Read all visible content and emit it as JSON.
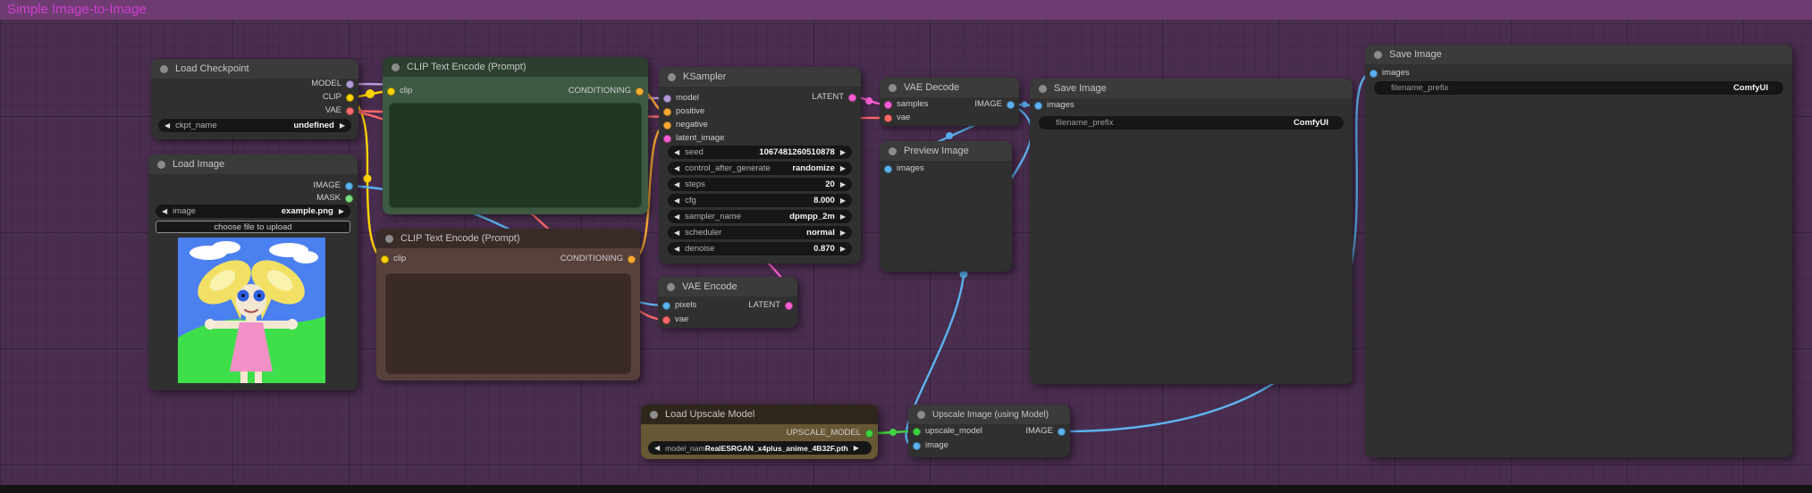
{
  "canvas": {
    "group_title": "Simple Image-to-Image"
  },
  "port_colors": {
    "model": "#b39ddb",
    "clip": "#ffd500",
    "vae": "#ff6b6b",
    "image": "#5db3f0",
    "mask": "#7ddf7d",
    "conditioning": "#ffac33",
    "latent": "#ff5fd6",
    "upscale_model": "#41d441"
  },
  "nodes": {
    "load_checkpoint": {
      "title": "Load Checkpoint",
      "outputs": [
        {
          "label": "MODEL"
        },
        {
          "label": "CLIP"
        },
        {
          "label": "VAE"
        }
      ],
      "widgets": [
        {
          "label": "ckpt_name",
          "value": "undefined"
        }
      ]
    },
    "load_image": {
      "title": "Load Image",
      "outputs": [
        {
          "label": "IMAGE"
        },
        {
          "label": "MASK"
        }
      ],
      "widgets": [
        {
          "label": "image",
          "value": "example.png"
        }
      ],
      "button": "choose file to upload"
    },
    "clip_text_encode_positive": {
      "title": "CLIP Text Encode (Prompt)",
      "inputs": [
        {
          "label": "clip"
        }
      ],
      "outputs": [
        {
          "label": "CONDITIONING"
        }
      ],
      "text": ""
    },
    "clip_text_encode_negative": {
      "title": "CLIP Text Encode (Prompt)",
      "inputs": [
        {
          "label": "clip"
        }
      ],
      "outputs": [
        {
          "label": "CONDITIONING"
        }
      ],
      "text": ""
    },
    "ksampler": {
      "title": "KSampler",
      "inputs": [
        {
          "label": "model"
        },
        {
          "label": "positive"
        },
        {
          "label": "negative"
        },
        {
          "label": "latent_image"
        }
      ],
      "outputs": [
        {
          "label": "LATENT"
        }
      ],
      "widgets": [
        {
          "label": "seed",
          "value": "1067481260510878"
        },
        {
          "label": "control_after_generate",
          "value": "randomize"
        },
        {
          "label": "steps",
          "value": "20"
        },
        {
          "label": "cfg",
          "value": "8.000"
        },
        {
          "label": "sampler_name",
          "value": "dpmpp_2m"
        },
        {
          "label": "scheduler",
          "value": "normal"
        },
        {
          "label": "denoise",
          "value": "0.870"
        }
      ]
    },
    "vae_decode": {
      "title": "VAE Decode",
      "inputs": [
        {
          "label": "samples"
        },
        {
          "label": "vae"
        }
      ],
      "outputs": [
        {
          "label": "IMAGE"
        }
      ]
    },
    "preview_image": {
      "title": "Preview Image",
      "inputs": [
        {
          "label": "images"
        }
      ]
    },
    "vae_encode": {
      "title": "VAE Encode",
      "inputs": [
        {
          "label": "pixels"
        },
        {
          "label": "vae"
        }
      ],
      "outputs": [
        {
          "label": "LATENT"
        }
      ]
    },
    "save_image_1": {
      "title": "Save Image",
      "inputs": [
        {
          "label": "images"
        }
      ],
      "widgets": [
        {
          "label": "filename_prefix",
          "value": "ComfyUI"
        }
      ]
    },
    "save_image_2": {
      "title": "Save Image",
      "inputs": [
        {
          "label": "images"
        }
      ],
      "widgets": [
        {
          "label": "filename_prefix",
          "value": "ComfyUI"
        }
      ]
    },
    "load_upscale_model": {
      "title": "Load Upscale Model",
      "outputs": [
        {
          "label": "UPSCALE_MODEL"
        }
      ],
      "widgets": [
        {
          "label": "model_nam",
          "value": "RealESRGAN_x4plus_anime_4B32F.pth"
        }
      ]
    },
    "upscale_image": {
      "title": "Upscale Image (using Model)",
      "inputs": [
        {
          "label": "upscale_model"
        },
        {
          "label": "image"
        }
      ],
      "outputs": [
        {
          "label": "IMAGE"
        }
      ]
    }
  }
}
